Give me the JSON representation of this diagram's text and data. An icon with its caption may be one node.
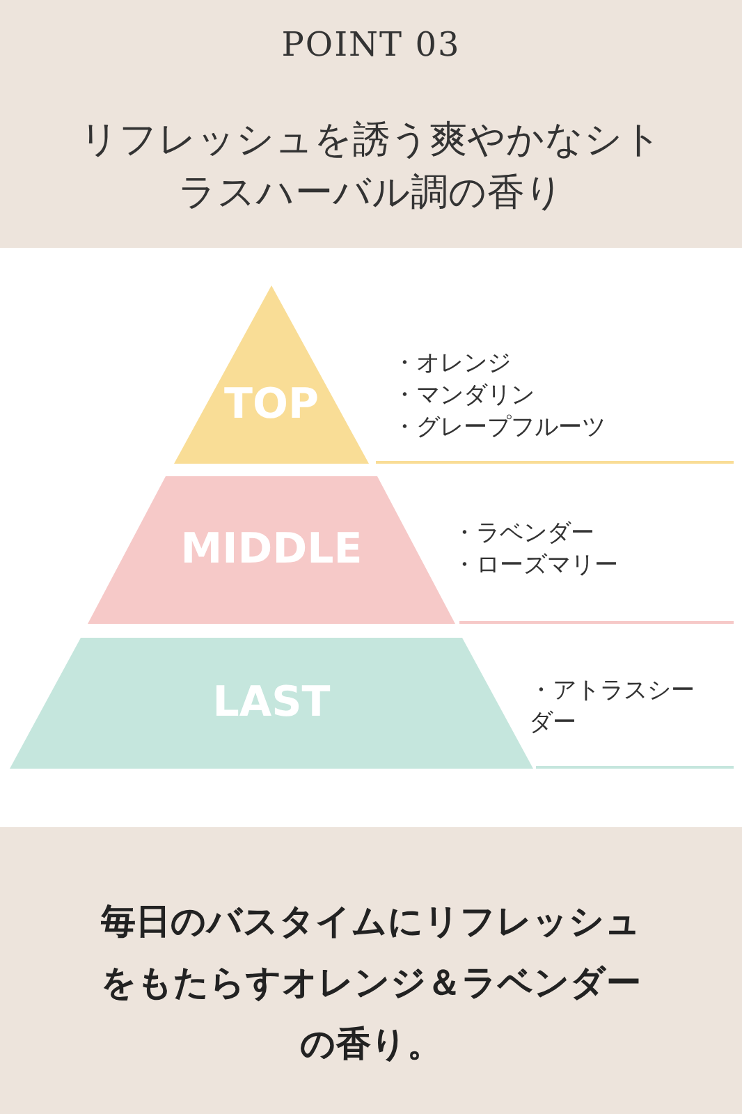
{
  "diagram": {
    "title": "リフレッシュを誘う爽やかなシトラスハーバル調の香り",
    "caption": "毎日のバスタイムにリフレッシュをもたらすオレンジ＆ラベンダーの香り。",
    "nodes": [
      {
        "text": [
          "TOP"
        ],
        "beside": [
          "・オレンジ",
          "・マンダリン",
          "・グレープフルーツ"
        ]
      },
      {
        "text": [
          "MIDDLE"
        ],
        "beside": [
          "・ラベンダー",
          "・ローズマリー"
        ]
      },
      {
        "text": [
          "LAST"
        ],
        "beside": [
          "・アトラスシーダー"
        ]
      }
    ],
    "edges": [],
    "labels": [
      "POINT 03"
    ]
  }
}
